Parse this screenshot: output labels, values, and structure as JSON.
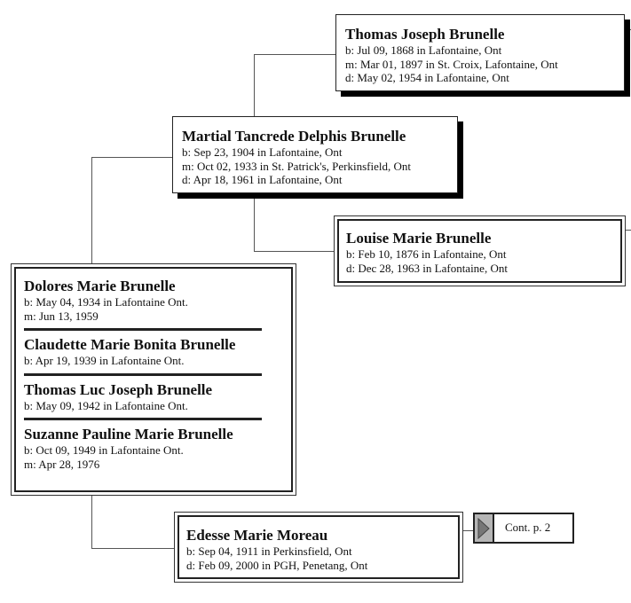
{
  "persons": {
    "paternal_grandfather": {
      "name": "Thomas Joseph Brunelle",
      "facts": [
        "b: Jul 09, 1868 in Lafontaine, Ont",
        "m: Mar 01, 1897 in St. Croix, Lafontaine, Ont",
        "d: May 02, 1954 in Lafontaine, Ont"
      ]
    },
    "father": {
      "name": "Martial Tancrede Delphis Brunelle",
      "facts": [
        "b: Sep 23, 1904 in Lafontaine, Ont",
        "m: Oct 02, 1933 in St. Patrick's, Perkinsfield, Ont",
        "d: Apr 18, 1961 in Lafontaine, Ont"
      ]
    },
    "paternal_grandmother": {
      "name": "Louise Marie Brunelle",
      "facts": [
        "b: Feb 10, 1876 in Lafontaine, Ont",
        "d: Dec 28, 1963 in Lafontaine, Ont"
      ]
    },
    "mother": {
      "name": "Edesse Marie Moreau",
      "facts": [
        "b: Sep 04, 1911 in Perkinsfield, Ont",
        "d: Feb 09, 2000 in PGH, Penetang, Ont"
      ]
    }
  },
  "children": [
    {
      "name": "Dolores Marie Brunelle",
      "facts": [
        "b: May 04, 1934 in Lafontaine Ont.",
        "m: Jun 13, 1959"
      ]
    },
    {
      "name": "Claudette Marie Bonita Brunelle",
      "facts": [
        "b: Apr 19, 1939 in Lafontaine Ont."
      ]
    },
    {
      "name": "Thomas Luc Joseph Brunelle",
      "facts": [
        "b: May 09, 1942 in Lafontaine Ont."
      ]
    },
    {
      "name": "Suzanne Pauline Marie Brunelle",
      "facts": [
        "b: Oct 09, 1949 in Lafontaine Ont.",
        "m: Apr 28, 1976"
      ]
    }
  ],
  "continuation": {
    "label": "Cont. p. 2",
    "icon": "triangle-right-icon"
  }
}
